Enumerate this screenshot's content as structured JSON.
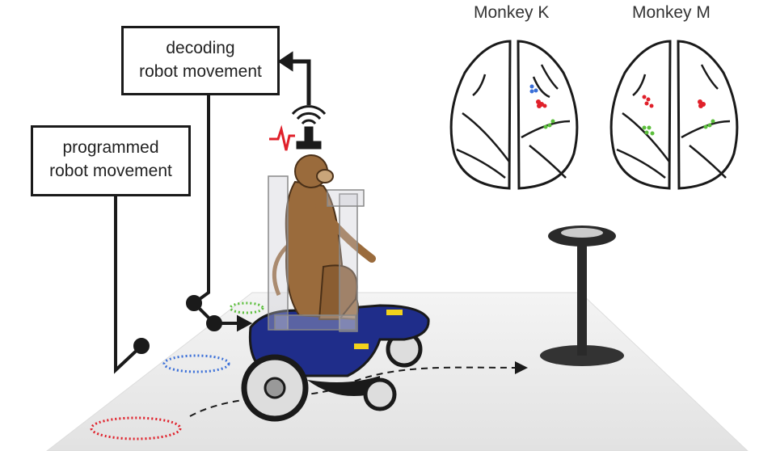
{
  "labels": {
    "decoding": [
      "decoding",
      "robot movement"
    ],
    "programmed": [
      "programmed",
      "robot movement"
    ]
  },
  "brains": [
    {
      "title": "Monkey K"
    },
    {
      "title": "Monkey M"
    }
  ],
  "colors": {
    "outline": "#1a1a1a",
    "floor": "#ececec",
    "robot": "#1f2d8a",
    "monkey": "#9a6b3c",
    "red_electrode": "#e0202a",
    "blue_electrode": "#3a6fd8",
    "green_electrode": "#5cbf3c"
  }
}
